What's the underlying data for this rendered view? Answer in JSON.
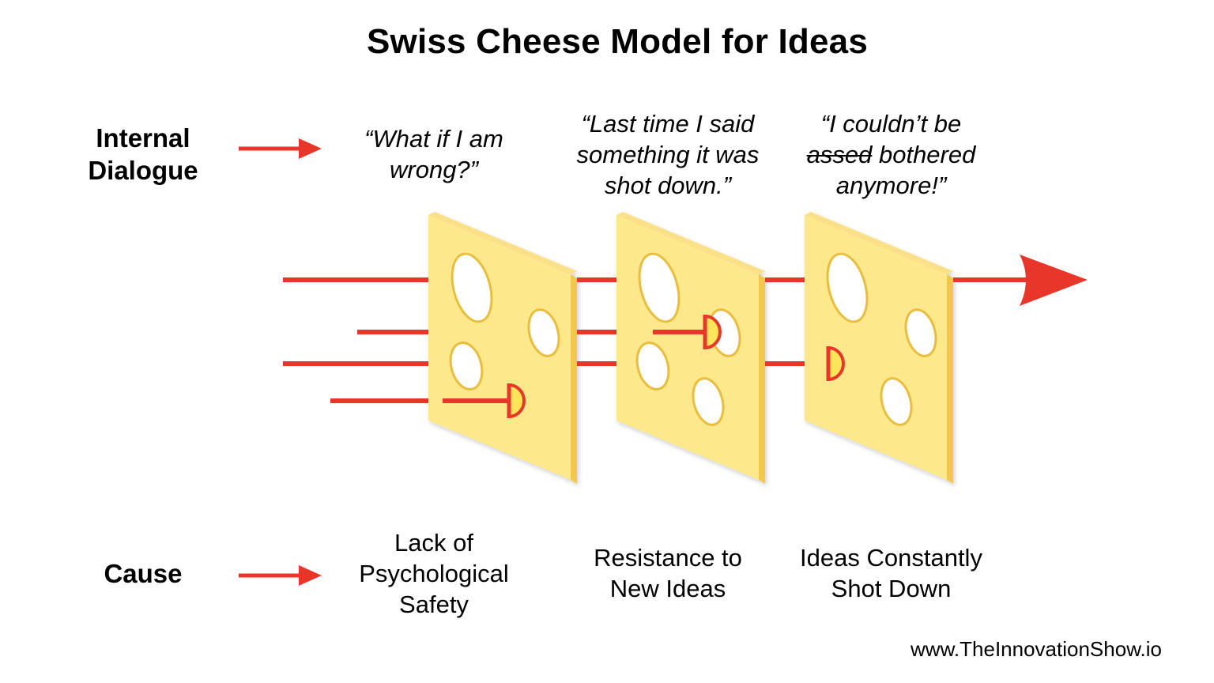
{
  "title": "Swiss Cheese Model for Ideas",
  "row_labels": {
    "internal_line1": "Internal",
    "internal_line2": "Dialogue",
    "cause": "Cause"
  },
  "quotes": [
    {
      "lines": [
        "“What if I am",
        "wrong?”"
      ]
    },
    {
      "lines": [
        "“Last time I said",
        "something it was",
        "shot down.”"
      ]
    },
    {
      "line1": "“I couldn’t be",
      "struck": "assed",
      "line2_rest": " bothered",
      "line3": "anymore!”"
    }
  ],
  "causes": [
    {
      "lines": [
        "Lack of",
        "Psychological",
        "Safety"
      ]
    },
    {
      "lines": [
        "Resistance to",
        "New Ideas"
      ]
    },
    {
      "lines": [
        "Ideas Constantly",
        "Shot Down"
      ]
    }
  ],
  "footer": "www.TheInnovationShow.io",
  "colors": {
    "arrow": "#e8372a",
    "cheese_face": "#fde88c",
    "cheese_edge": "#f2c84b",
    "stopper_fill": "#fde55a"
  }
}
